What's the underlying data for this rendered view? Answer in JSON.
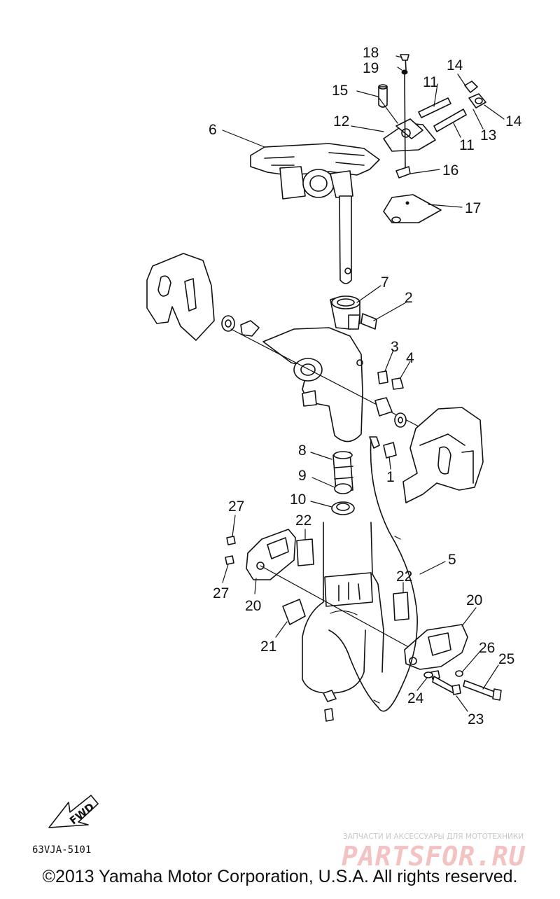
{
  "diagram_code": "63VJA-5101",
  "fwd_label": "FWD",
  "copyright": "©2013 Yamaha Motor Corporation, U.S.A. All rights reserved.",
  "watermark": {
    "tagline": "ЗАПЧАСТИ И АКСЕССУАРЫ ДЛЯ МОТОТЕХНИКИ",
    "logo": "PARTSFOR.RU"
  },
  "callouts": {
    "c18": "18",
    "c19": "19",
    "c15": "15",
    "c11a": "11",
    "c14a": "14",
    "c14b": "14",
    "c13": "13",
    "c11b": "11",
    "c12": "12",
    "c6": "6",
    "c16": "16",
    "c17": "17",
    "c7": "7",
    "c2": "2",
    "c3": "3",
    "c4": "4",
    "c8": "8",
    "c1": "1",
    "c9": "9",
    "c10": "10",
    "c27a": "27",
    "c22a": "22",
    "c5": "5",
    "c27b": "27",
    "c20a": "20",
    "c22b": "22",
    "c20b": "20",
    "c21": "21",
    "c26": "26",
    "c25": "25",
    "c24": "24",
    "c23": "23"
  }
}
